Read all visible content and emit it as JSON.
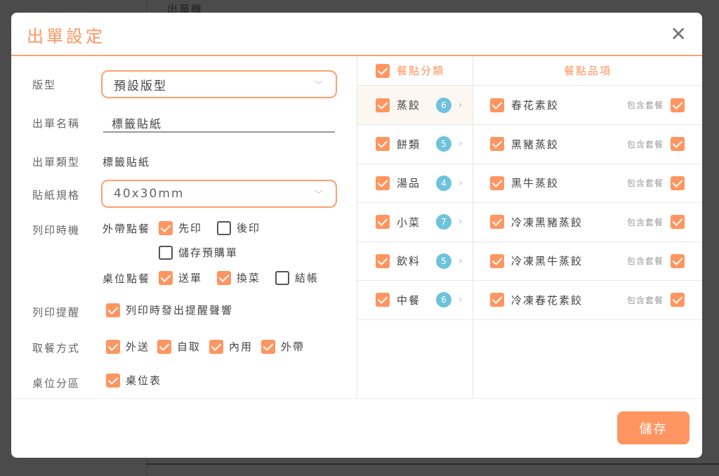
{
  "background": {
    "text": "出單機"
  },
  "modal": {
    "title": "出單設定",
    "close_icon": "close-icon"
  },
  "form": {
    "template": {
      "label": "版型",
      "value": "預設版型"
    },
    "name": {
      "label": "出單名稱",
      "value": "標籤貼紙"
    },
    "type": {
      "label": "出單類型",
      "value": "標籤貼紙"
    },
    "sticker": {
      "label": "貼紙規格",
      "value": "40x30mm"
    },
    "timing": {
      "label": "列印時機",
      "takeout": "外帶點餐",
      "pre": "先印",
      "post": "後印",
      "save_preorder": "儲存預購單",
      "table": "桌位點餐",
      "send": "送單",
      "change": "換菜",
      "checkout": "結帳"
    },
    "reminder": {
      "label": "列印提醒",
      "option": "列印時發出提醒聲響"
    },
    "pickup": {
      "label": "取餐方式",
      "options": [
        "外送",
        "自取",
        "內用",
        "外帶"
      ]
    },
    "zone": {
      "label": "桌位分區",
      "option": "桌位表"
    }
  },
  "categories": {
    "header": "餐點分類",
    "items": [
      {
        "name": "蒸餃",
        "count": "6"
      },
      {
        "name": "餅類",
        "count": "5"
      },
      {
        "name": "湯品",
        "count": "4"
      },
      {
        "name": "小菜",
        "count": "7"
      },
      {
        "name": "飲料",
        "count": "5"
      },
      {
        "name": "中餐",
        "count": "6"
      }
    ]
  },
  "items": {
    "header": "餐點品項",
    "include_label": "包含套餐",
    "list": [
      "春花素餃",
      "黑豬蒸餃",
      "黑牛蒸餃",
      "冷凍黑豬蒸餃",
      "冷凍黑牛蒸餃",
      "冷凍春花素餃"
    ]
  },
  "save_label": "儲存",
  "colors": {
    "accent": "#ff9560",
    "badge": "#6ec3dc"
  }
}
